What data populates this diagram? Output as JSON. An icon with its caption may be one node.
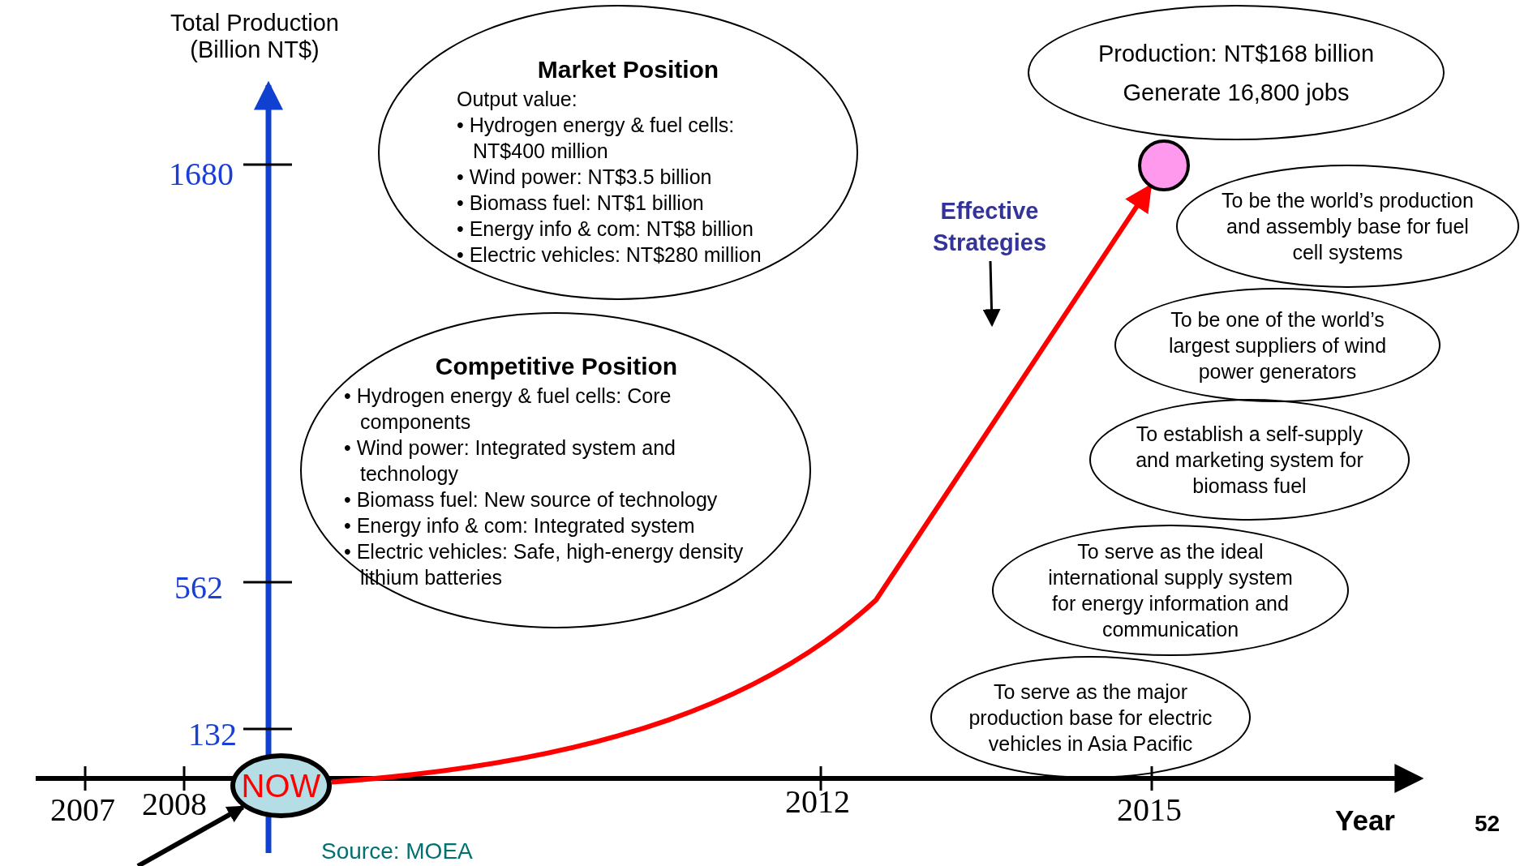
{
  "diagram": {
    "nodes": [
      {
        "text": [
          "Market Position",
          "Output value:",
          "• Hydrogen energy & fuel cells: NT$400 million",
          "• Wind power: NT$3.5 billion",
          "• Biomass fuel: NT$1 billion",
          "• Energy info & com: NT$8 billion",
          "• Electric vehicles: NT$280 million"
        ]
      },
      {
        "text": [
          "Competitive Position",
          "• Hydrogen energy & fuel cells: Core components",
          "• Wind power: Integrated system and technology",
          "• Biomass fuel: New source of technology",
          "• Energy info & com: Integrated system",
          "• Electric vehicles: Safe, high-energy density lithium batteries"
        ]
      },
      {
        "text": [
          "Production: NT$168 billion",
          "Generate 16,800 jobs"
        ]
      },
      {
        "text": [],
        "shape": "circle"
      },
      {
        "text": [
          "To be the world’s production and assembly base for fuel cell systems"
        ]
      },
      {
        "text": [
          "To be one of the world’s largest suppliers of wind power generators"
        ]
      },
      {
        "text": [
          "To establish a self-supply and marketing system for biomass fuel"
        ]
      },
      {
        "text": [
          "To serve as the ideal international supply system for energy information and communication"
        ]
      },
      {
        "text": [
          "To serve as the major production base for electric vehicles in Asia Pacific"
        ]
      },
      {
        "text": [
          "NOW"
        ]
      },
      {
        "text": [
          "Effective Strategies"
        ]
      }
    ],
    "edges": [
      {
        "from": 9,
        "to": 3,
        "arrow": "to",
        "color": "#ff0000"
      },
      {
        "from": null,
        "to": 9,
        "arrow": "to"
      },
      {
        "from": 10,
        "to": null,
        "arrow": "to"
      }
    ],
    "labels": [
      "Total Production (Billion NT$)",
      "1680",
      "562",
      "132",
      "2007",
      "2008",
      "2012",
      "2015",
      "Year",
      "52",
      "Source: MOEA"
    ]
  }
}
